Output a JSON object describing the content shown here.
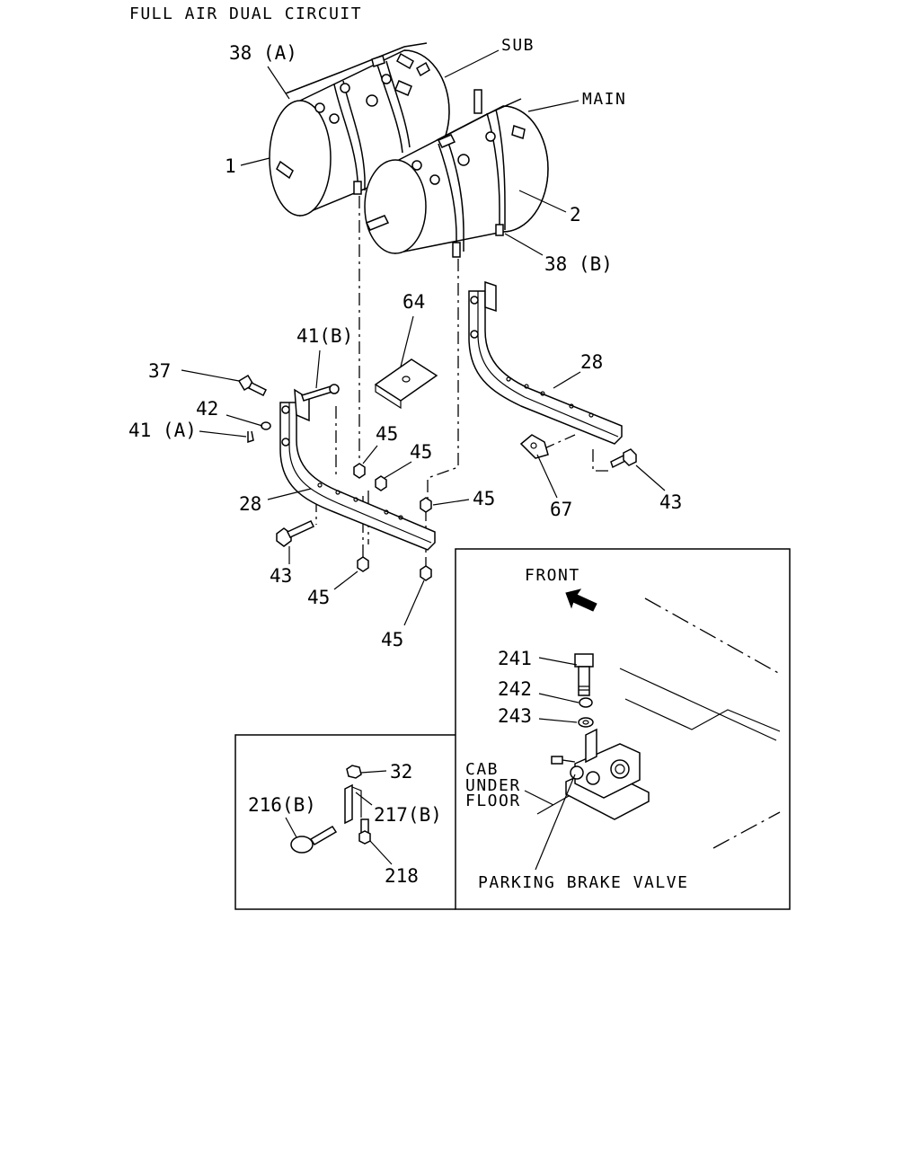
{
  "title": "FULL AIR DUAL CIRCUIT",
  "tanks": {
    "sub_label": "SUB",
    "main_label": "MAIN"
  },
  "callouts": {
    "c38a": "38 (A)",
    "c1": "1",
    "c2": "2",
    "c38b": "38 (B)",
    "c64": "64",
    "c41b": "41(B)",
    "c37": "37",
    "c42": "42",
    "c41a": "41 (A)",
    "c45_top": "45",
    "c45_mid": "45",
    "c45_right": "45",
    "c45_bl": "45",
    "c45_bottom": "45",
    "c28_left": "28",
    "c43_left": "43",
    "c28_right": "28",
    "c67": "67",
    "c43_right": "43"
  },
  "inset_valve": {
    "front_label": "FRONT",
    "c241": "241",
    "c242": "242",
    "c243": "243",
    "cab_line1": "CAB",
    "cab_line2": "UNDER",
    "cab_line3": "FLOOR",
    "valve_label": "PARKING BRAKE VALVE"
  },
  "inset_clamp": {
    "c32": "32",
    "c216b": "216(B)",
    "c217b": "217(B)",
    "c218": "218"
  }
}
